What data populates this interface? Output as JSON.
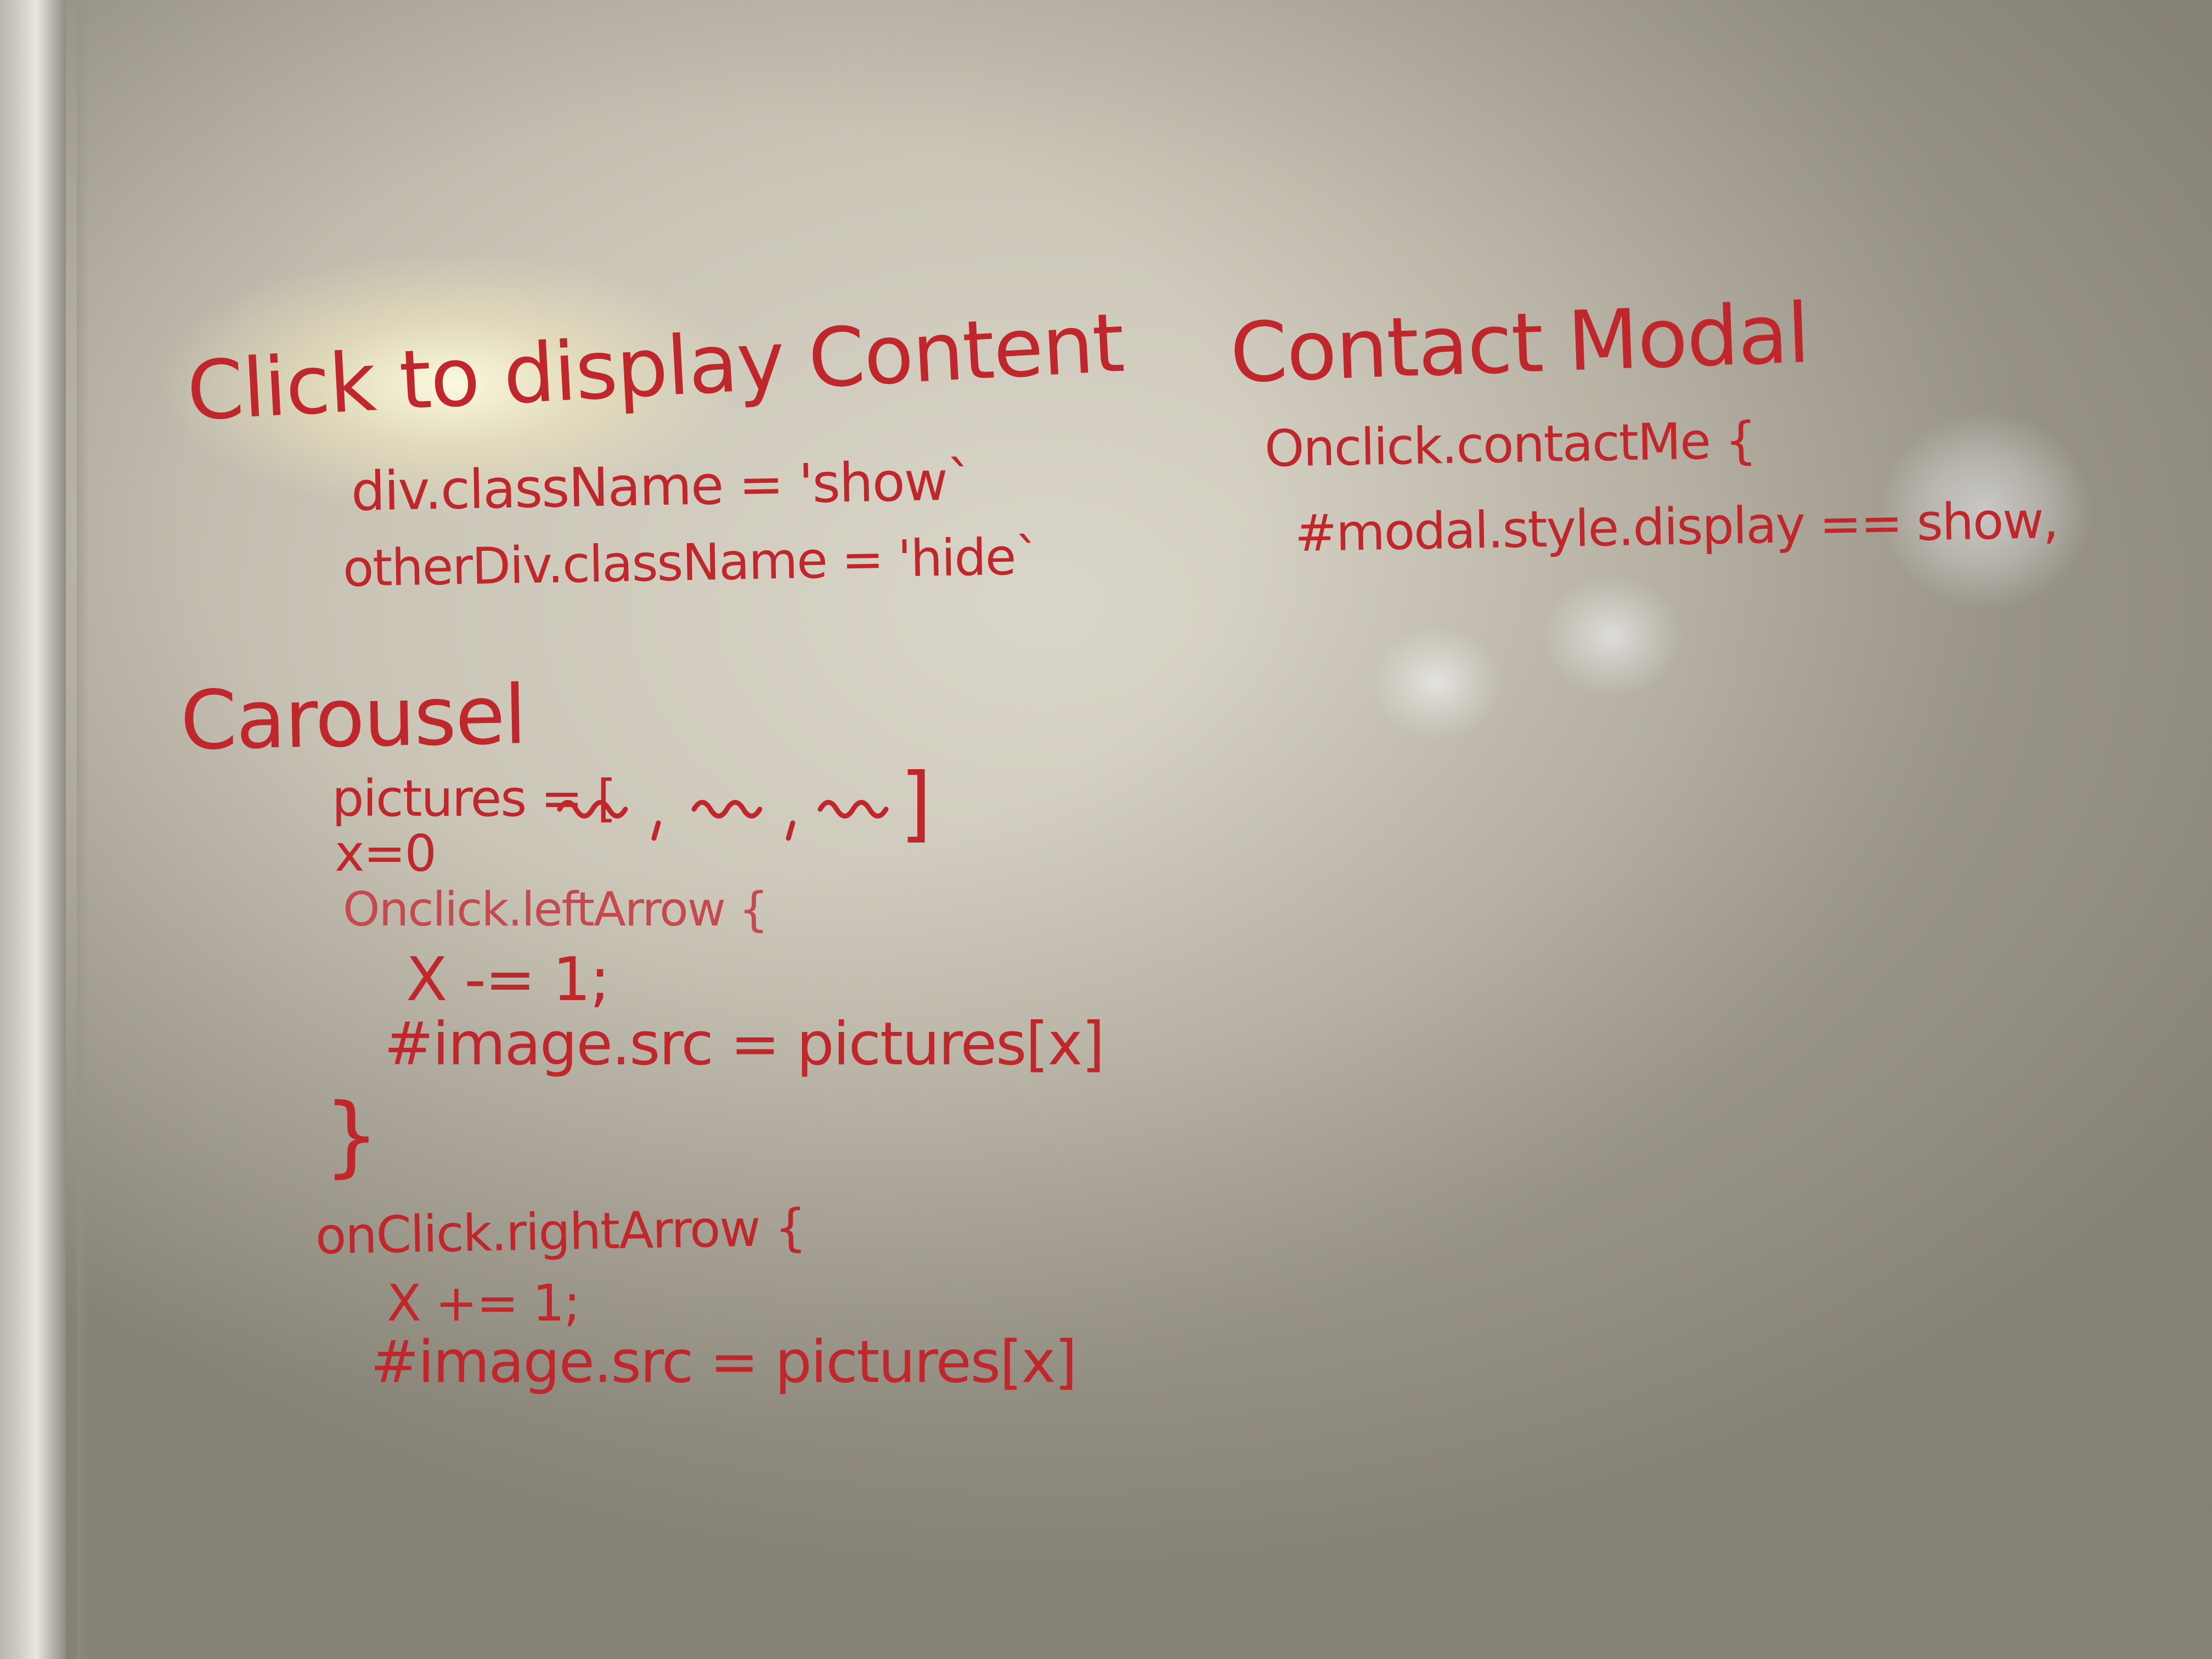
{
  "whiteboard": {
    "ink_color": "#c0272c",
    "left_column": {
      "section1": {
        "heading": "Click to display Content",
        "lines": [
          "div.className = 'show`",
          "otherDiv.className = 'hide`"
        ]
      },
      "section2": {
        "heading": "Carousel",
        "lines": [
          "pictures = [",
          ", ",
          "]",
          "x=0",
          "Onclick.leftArrow {",
          "X -= 1;",
          "#image.src = pictures[x]",
          "}",
          "onClick.rightArrow {",
          "X += 1;",
          "#image.src = pictures[x]"
        ]
      }
    },
    "right_column": {
      "heading": "Contact Modal",
      "lines": [
        "Onclick.contactMe {",
        "#modal.style.display == show,"
      ]
    }
  }
}
